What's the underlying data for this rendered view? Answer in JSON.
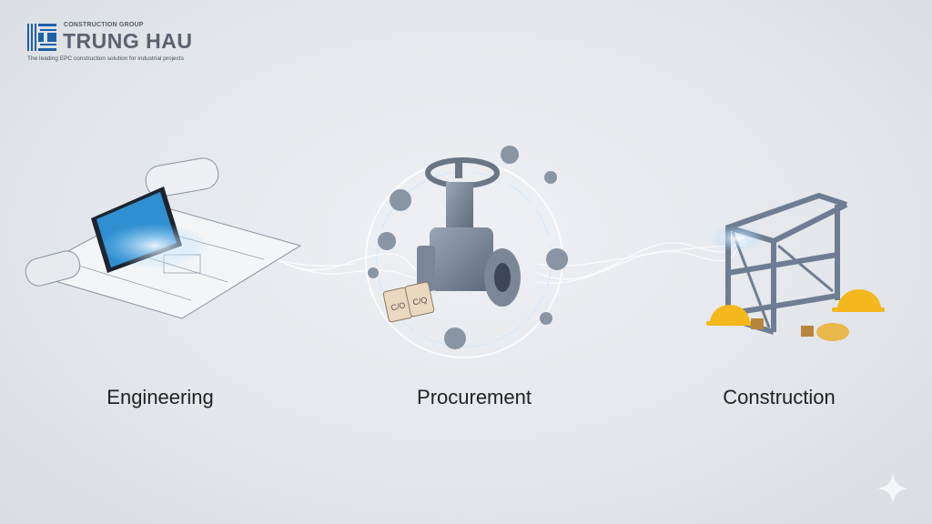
{
  "logo": {
    "group": "CONSTRUCTION GROUP",
    "name": "TRUNG HAU",
    "tagline": "The leading EPC construction solution for industrial projects",
    "color": "#1f5fa8"
  },
  "stages": [
    {
      "label": "Engineering",
      "icon": "blueprint-tablet-icon"
    },
    {
      "label": "Procurement",
      "icon": "gate-valve-icon",
      "tags": [
        "C/O",
        "C/Q"
      ]
    },
    {
      "label": "Construction",
      "icon": "steel-frame-icon"
    }
  ],
  "accent": "#4aa8e8"
}
